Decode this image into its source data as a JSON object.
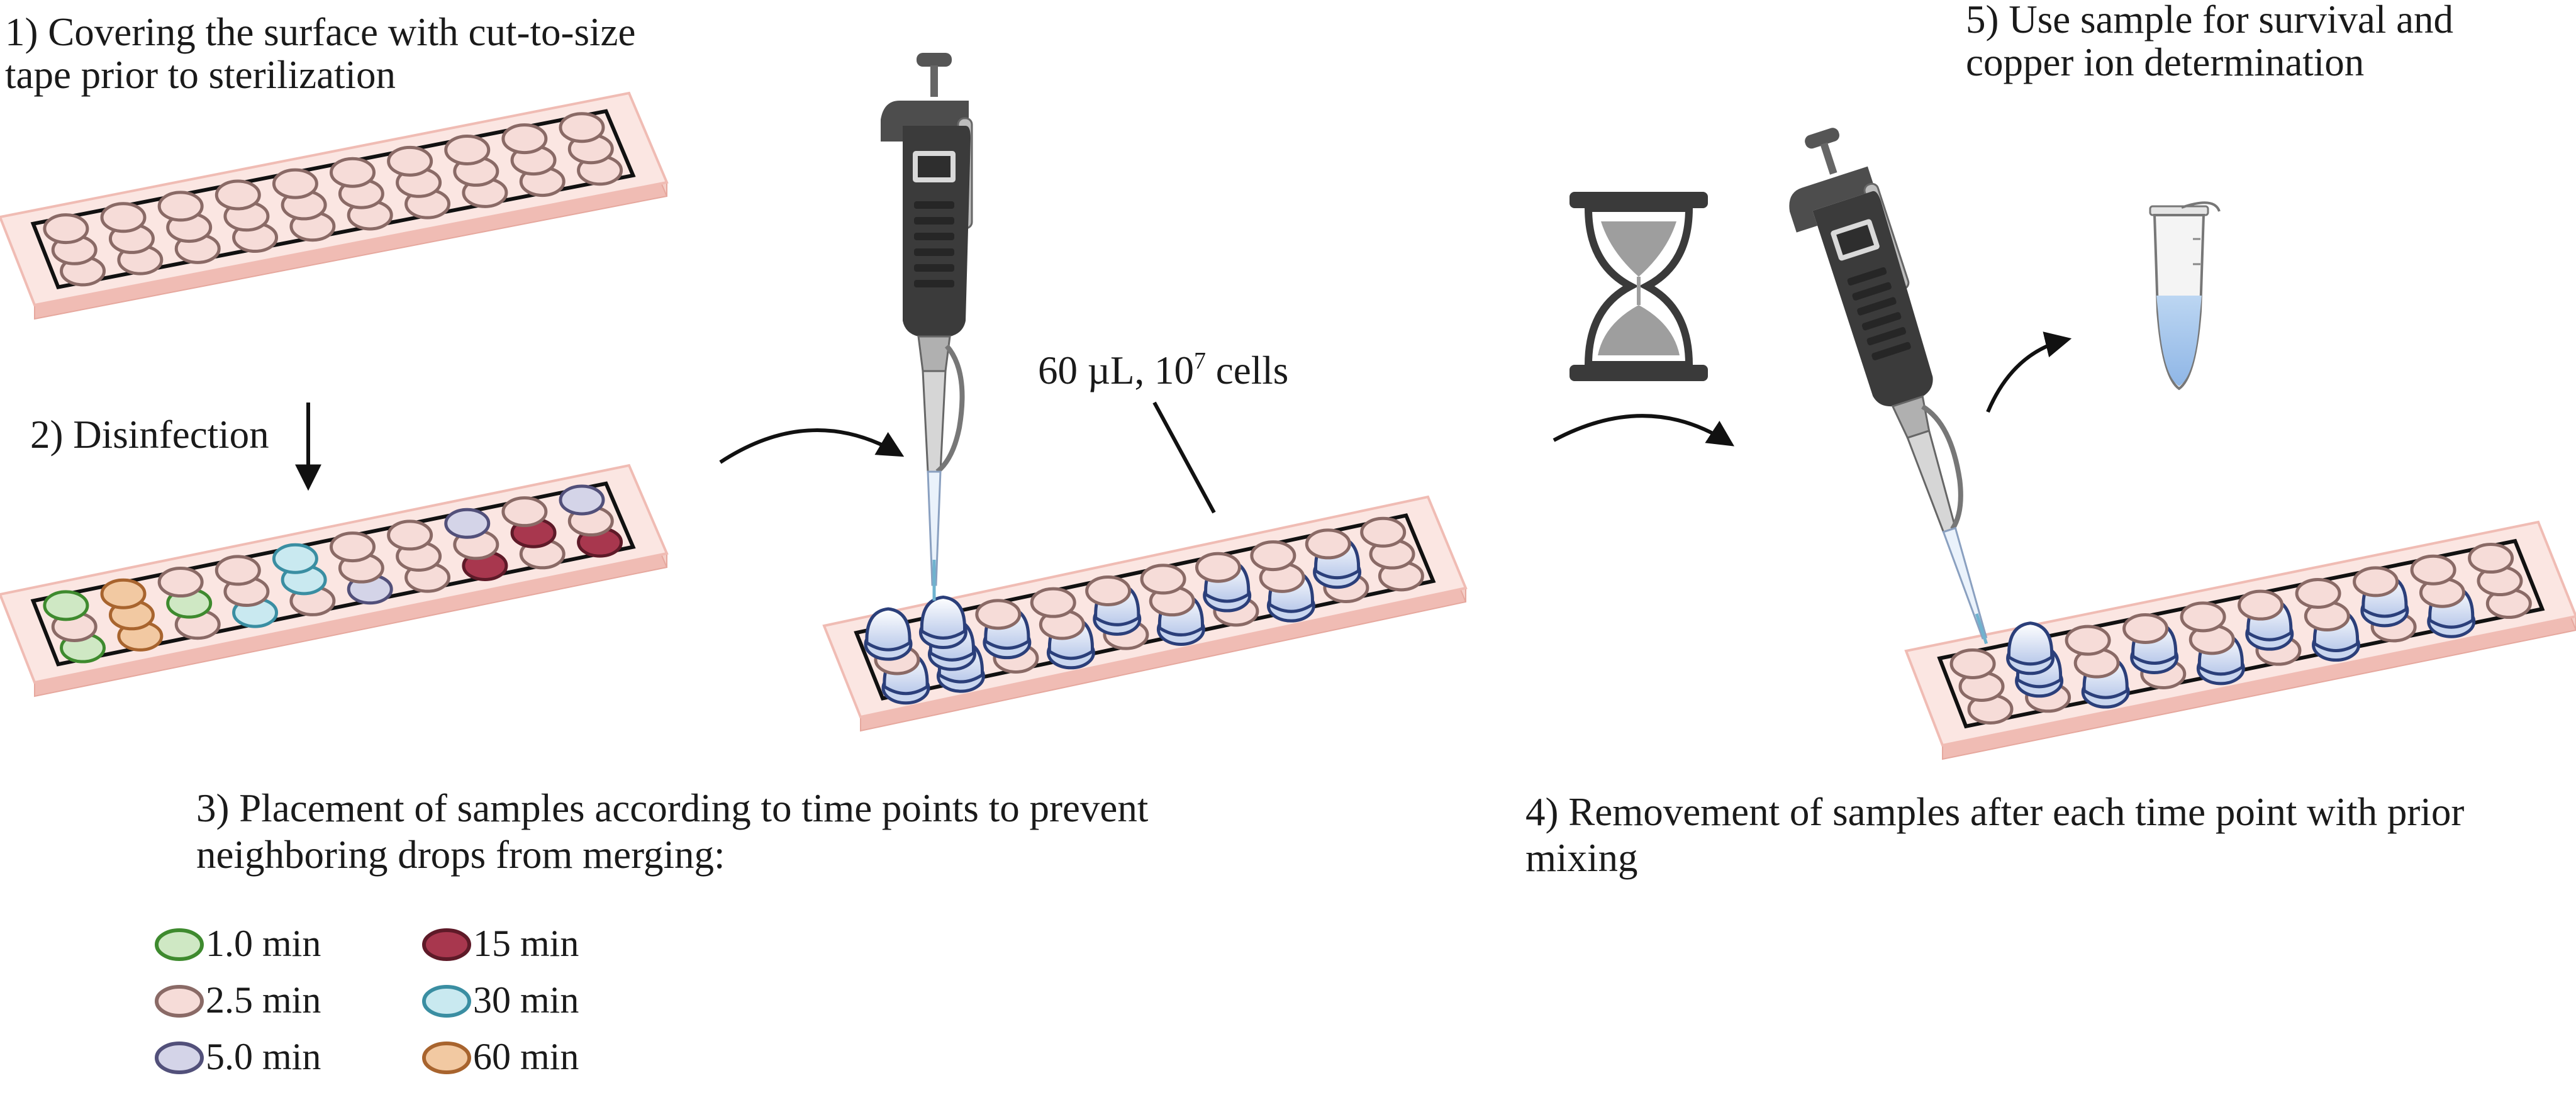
{
  "steps": {
    "step1": {
      "line1": "1) Covering the surface with cut-to-size",
      "line2": "tape prior to sterilization"
    },
    "step2": {
      "line1": "2) Disinfection"
    },
    "step3": {
      "line1": "3) Placement of samples according to time points to prevent",
      "line2": "neighboring drops from merging:"
    },
    "step4": {
      "line1": "4) Removement of samples after each time point with prior",
      "line2": "mixing"
    },
    "step5": {
      "line1": "5) Use sample for survival and",
      "line2": "copper ion determination"
    }
  },
  "annotation": {
    "volume": "60 µL, 10",
    "exponent": "7",
    "unit": " cells"
  },
  "legend": [
    {
      "label": "1.0 min",
      "fill": "#cfe8c4",
      "stroke": "#3e8a2e"
    },
    {
      "label": "2.5 min",
      "fill": "#f6dcd8",
      "stroke": "#8a6a66"
    },
    {
      "label": "5.0 min",
      "fill": "#d4d4e8",
      "stroke": "#52507a"
    },
    {
      "label": "15 min",
      "fill": "#a8374e",
      "stroke": "#5e1a28"
    },
    {
      "label": "30 min",
      "fill": "#c9e9f0",
      "stroke": "#3a8ea2"
    },
    {
      "label": "60 min",
      "fill": "#f2c9a2",
      "stroke": "#a8642e"
    }
  ],
  "colors": {
    "slide_fill": "#fbe6e2",
    "slide_edge": "#f0bcb4",
    "border": "#111111",
    "drop_fill": "#dce6f5",
    "drop_stroke": "#2b3f7a",
    "pipette_body": "#4a4a4a",
    "pipette_dark": "#2e2e2e"
  }
}
